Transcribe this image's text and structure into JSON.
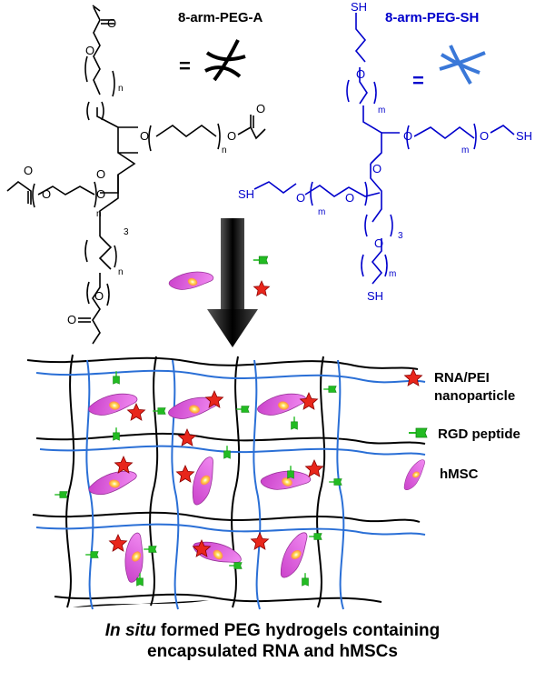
{
  "molecules": {
    "peg_a": {
      "name": "8-arm-PEG-A",
      "color": "#000000",
      "repeat_n": "n",
      "repeat_3": "3"
    },
    "peg_sh": {
      "name": "8-arm-PEG-SH",
      "color": "#0000cc",
      "repeat_m": "m",
      "repeat_3": "3"
    }
  },
  "atoms": {
    "oxygen": "O",
    "thiol": "SH",
    "equals": "="
  },
  "legend": {
    "nanoparticle_line1": "RNA/PEI",
    "nanoparticle_line2": "nanoparticle",
    "peptide": "RGD peptide",
    "cell": "hMSC"
  },
  "caption": {
    "italic": "In situ",
    "line1_rest": " formed PEG hydrogels containing",
    "line2": "encapsulated RNA and hMSCs"
  },
  "colors": {
    "star_fill": "#e8261b",
    "star_stroke": "#8b0000",
    "peptide": "#22bb22",
    "cell": "#e060e0",
    "cell_nucleus": "#ffcc44",
    "network_black": "#000000",
    "network_blue": "#2a6fd6"
  }
}
